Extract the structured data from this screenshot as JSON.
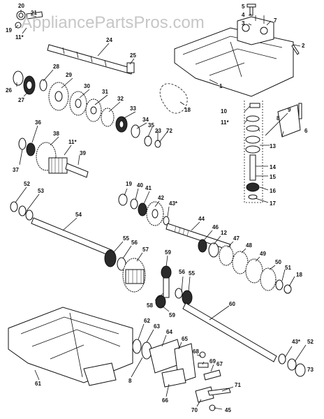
{
  "watermark": "AppliancePartsPros.com",
  "callouts": [
    {
      "id": "c20",
      "text": "20"
    },
    {
      "id": "c21",
      "text": "21"
    },
    {
      "id": "c19",
      "text": "19"
    },
    {
      "id": "c11a",
      "text": "11*"
    },
    {
      "id": "c24",
      "text": "24"
    },
    {
      "id": "c25",
      "text": "25"
    },
    {
      "id": "c26",
      "text": "26"
    },
    {
      "id": "c27",
      "text": "27"
    },
    {
      "id": "c28",
      "text": "28"
    },
    {
      "id": "c29",
      "text": "29"
    },
    {
      "id": "c30",
      "text": "30"
    },
    {
      "id": "c31",
      "text": "31"
    },
    {
      "id": "c32",
      "text": "32"
    },
    {
      "id": "c33",
      "text": "33"
    },
    {
      "id": "c34",
      "text": "34"
    },
    {
      "id": "c35",
      "text": "35"
    },
    {
      "id": "c23",
      "text": "23"
    },
    {
      "id": "c72",
      "text": "72"
    },
    {
      "id": "c36",
      "text": "36"
    },
    {
      "id": "c38",
      "text": "38"
    },
    {
      "id": "c37",
      "text": "37"
    },
    {
      "id": "c11b",
      "text": "11*"
    },
    {
      "id": "c39",
      "text": "39"
    },
    {
      "id": "c5",
      "text": "5"
    },
    {
      "id": "c4",
      "text": "4"
    },
    {
      "id": "c3",
      "text": "3"
    },
    {
      "id": "c7",
      "text": "7"
    },
    {
      "id": "c2",
      "text": "2"
    },
    {
      "id": "c1",
      "text": "1"
    },
    {
      "id": "c18a",
      "text": "18"
    },
    {
      "id": "c10",
      "text": "10"
    },
    {
      "id": "c11c",
      "text": "11*"
    },
    {
      "id": "c9",
      "text": "9"
    },
    {
      "id": "c8a",
      "text": "8"
    },
    {
      "id": "c6",
      "text": "6"
    },
    {
      "id": "c13",
      "text": "13"
    },
    {
      "id": "c14",
      "text": "14"
    },
    {
      "id": "c15",
      "text": "15"
    },
    {
      "id": "c16",
      "text": "16"
    },
    {
      "id": "c17",
      "text": "17"
    },
    {
      "id": "c52a",
      "text": "52"
    },
    {
      "id": "c53a",
      "text": "53"
    },
    {
      "id": "c54",
      "text": "54"
    },
    {
      "id": "c19b",
      "text": "19"
    },
    {
      "id": "c40",
      "text": "40"
    },
    {
      "id": "c41",
      "text": "41"
    },
    {
      "id": "c42",
      "text": "42"
    },
    {
      "id": "c43a",
      "text": "43*"
    },
    {
      "id": "c44",
      "text": "44"
    },
    {
      "id": "c46",
      "text": "46"
    },
    {
      "id": "c12",
      "text": "12"
    },
    {
      "id": "c47",
      "text": "47"
    },
    {
      "id": "c48",
      "text": "48"
    },
    {
      "id": "c49",
      "text": "49"
    },
    {
      "id": "c50",
      "text": "50"
    },
    {
      "id": "c51",
      "text": "51"
    },
    {
      "id": "c18b",
      "text": "18"
    },
    {
      "id": "c55a",
      "text": "55"
    },
    {
      "id": "c56a",
      "text": "56"
    },
    {
      "id": "c57",
      "text": "57"
    },
    {
      "id": "c59a",
      "text": "59"
    },
    {
      "id": "c56b",
      "text": "56"
    },
    {
      "id": "c55b",
      "text": "55"
    },
    {
      "id": "c58",
      "text": "58"
    },
    {
      "id": "c59b",
      "text": "59"
    },
    {
      "id": "c60",
      "text": "60"
    },
    {
      "id": "c62",
      "text": "62"
    },
    {
      "id": "c63",
      "text": "63"
    },
    {
      "id": "c64",
      "text": "64"
    },
    {
      "id": "c65",
      "text": "65"
    },
    {
      "id": "c61",
      "text": "61"
    },
    {
      "id": "c8b",
      "text": "8"
    },
    {
      "id": "c66",
      "text": "66"
    },
    {
      "id": "c68",
      "text": "68"
    },
    {
      "id": "c69",
      "text": "69"
    },
    {
      "id": "c67",
      "text": "67"
    },
    {
      "id": "c71",
      "text": "71"
    },
    {
      "id": "c70",
      "text": "70"
    },
    {
      "id": "c45",
      "text": "45"
    },
    {
      "id": "c43b",
      "text": "43*"
    },
    {
      "id": "c52b",
      "text": "52"
    },
    {
      "id": "c73",
      "text": "73"
    }
  ]
}
